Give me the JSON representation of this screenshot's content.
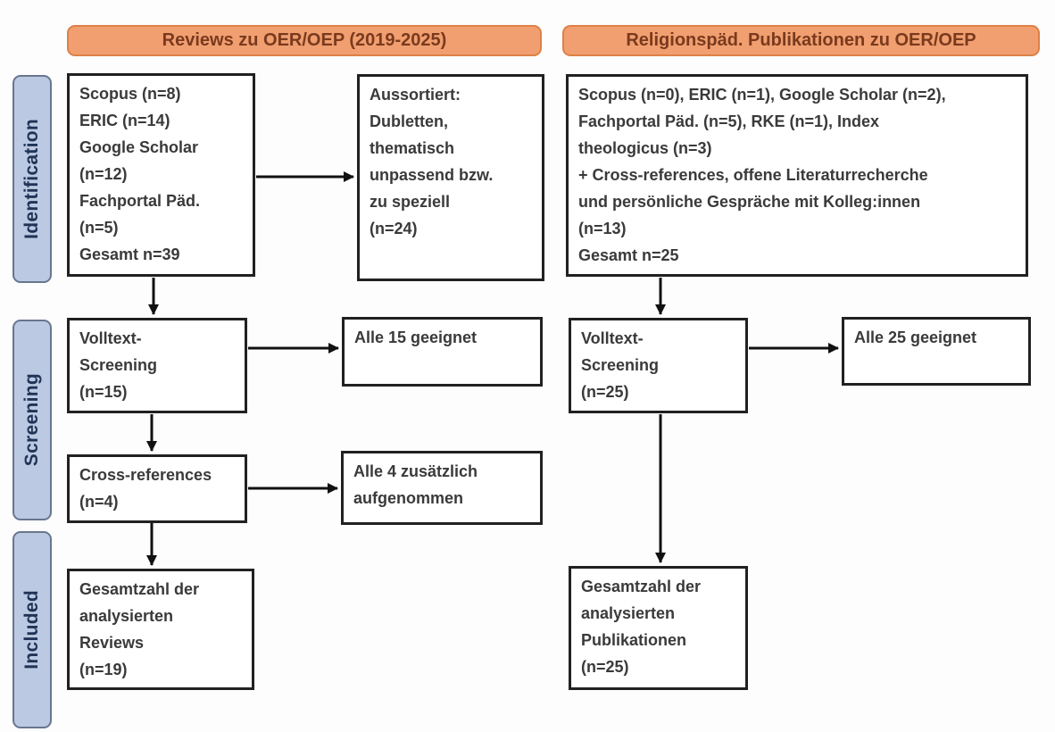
{
  "diagram": {
    "columns": {
      "left_header": "Reviews zu OER/OEP (2019-2025)",
      "right_header": "Religionspäd. Publikationen zu OER/OEP"
    },
    "stages": {
      "identification": "Identification",
      "screening": "Screening",
      "included": "Included"
    },
    "boxes": {
      "left_sources": "Scopus (n=8)\nERIC (n=14)\nGoogle Scholar\n(n=12)\nFachportal Päd.\n(n=5)\nGesamt n=39",
      "left_excluded": "Aussortiert:\nDubletten,\nthematisch\nunpassend bzw.\nzu speziell\n(n=24)",
      "left_screening": "Volltext-\nScreening\n(n=15)",
      "left_screening_result": "Alle 15 geeignet",
      "left_crossref": "Cross-references\n(n=4)",
      "left_crossref_result": "Alle 4 zusätzlich\naufgenommen",
      "left_included": "Gesamtzahl der\nanalysierten\nReviews\n(n=19)",
      "right_sources": "Scopus (n=0), ERIC (n=1), Google Scholar (n=2),\nFachportal Päd. (n=5), RKE (n=1), Index\ntheologicus (n=3)\n+ Cross-references, offene Literaturrecherche\nund persönliche Gespräche mit Kolleg:innen\n(n=13)\nGesamt n=25",
      "right_screening": "Volltext-\nScreening\n(n=25)",
      "right_screening_result": "Alle 25 geeignet",
      "right_included": "Gesamtzahl der\nanalysierten\nPublikationen\n(n=25)"
    },
    "colors": {
      "header_fill": "#F19F70",
      "header_border": "#DD8147",
      "header_text": "#7A3A1E",
      "stage_fill": "#BCC9E3",
      "stage_border": "#68768F",
      "stage_text": "#1F3456",
      "box_border": "#212121",
      "box_text": "#3A3A3A",
      "arrow": "#111111",
      "bg": "#FDFDFD"
    }
  }
}
